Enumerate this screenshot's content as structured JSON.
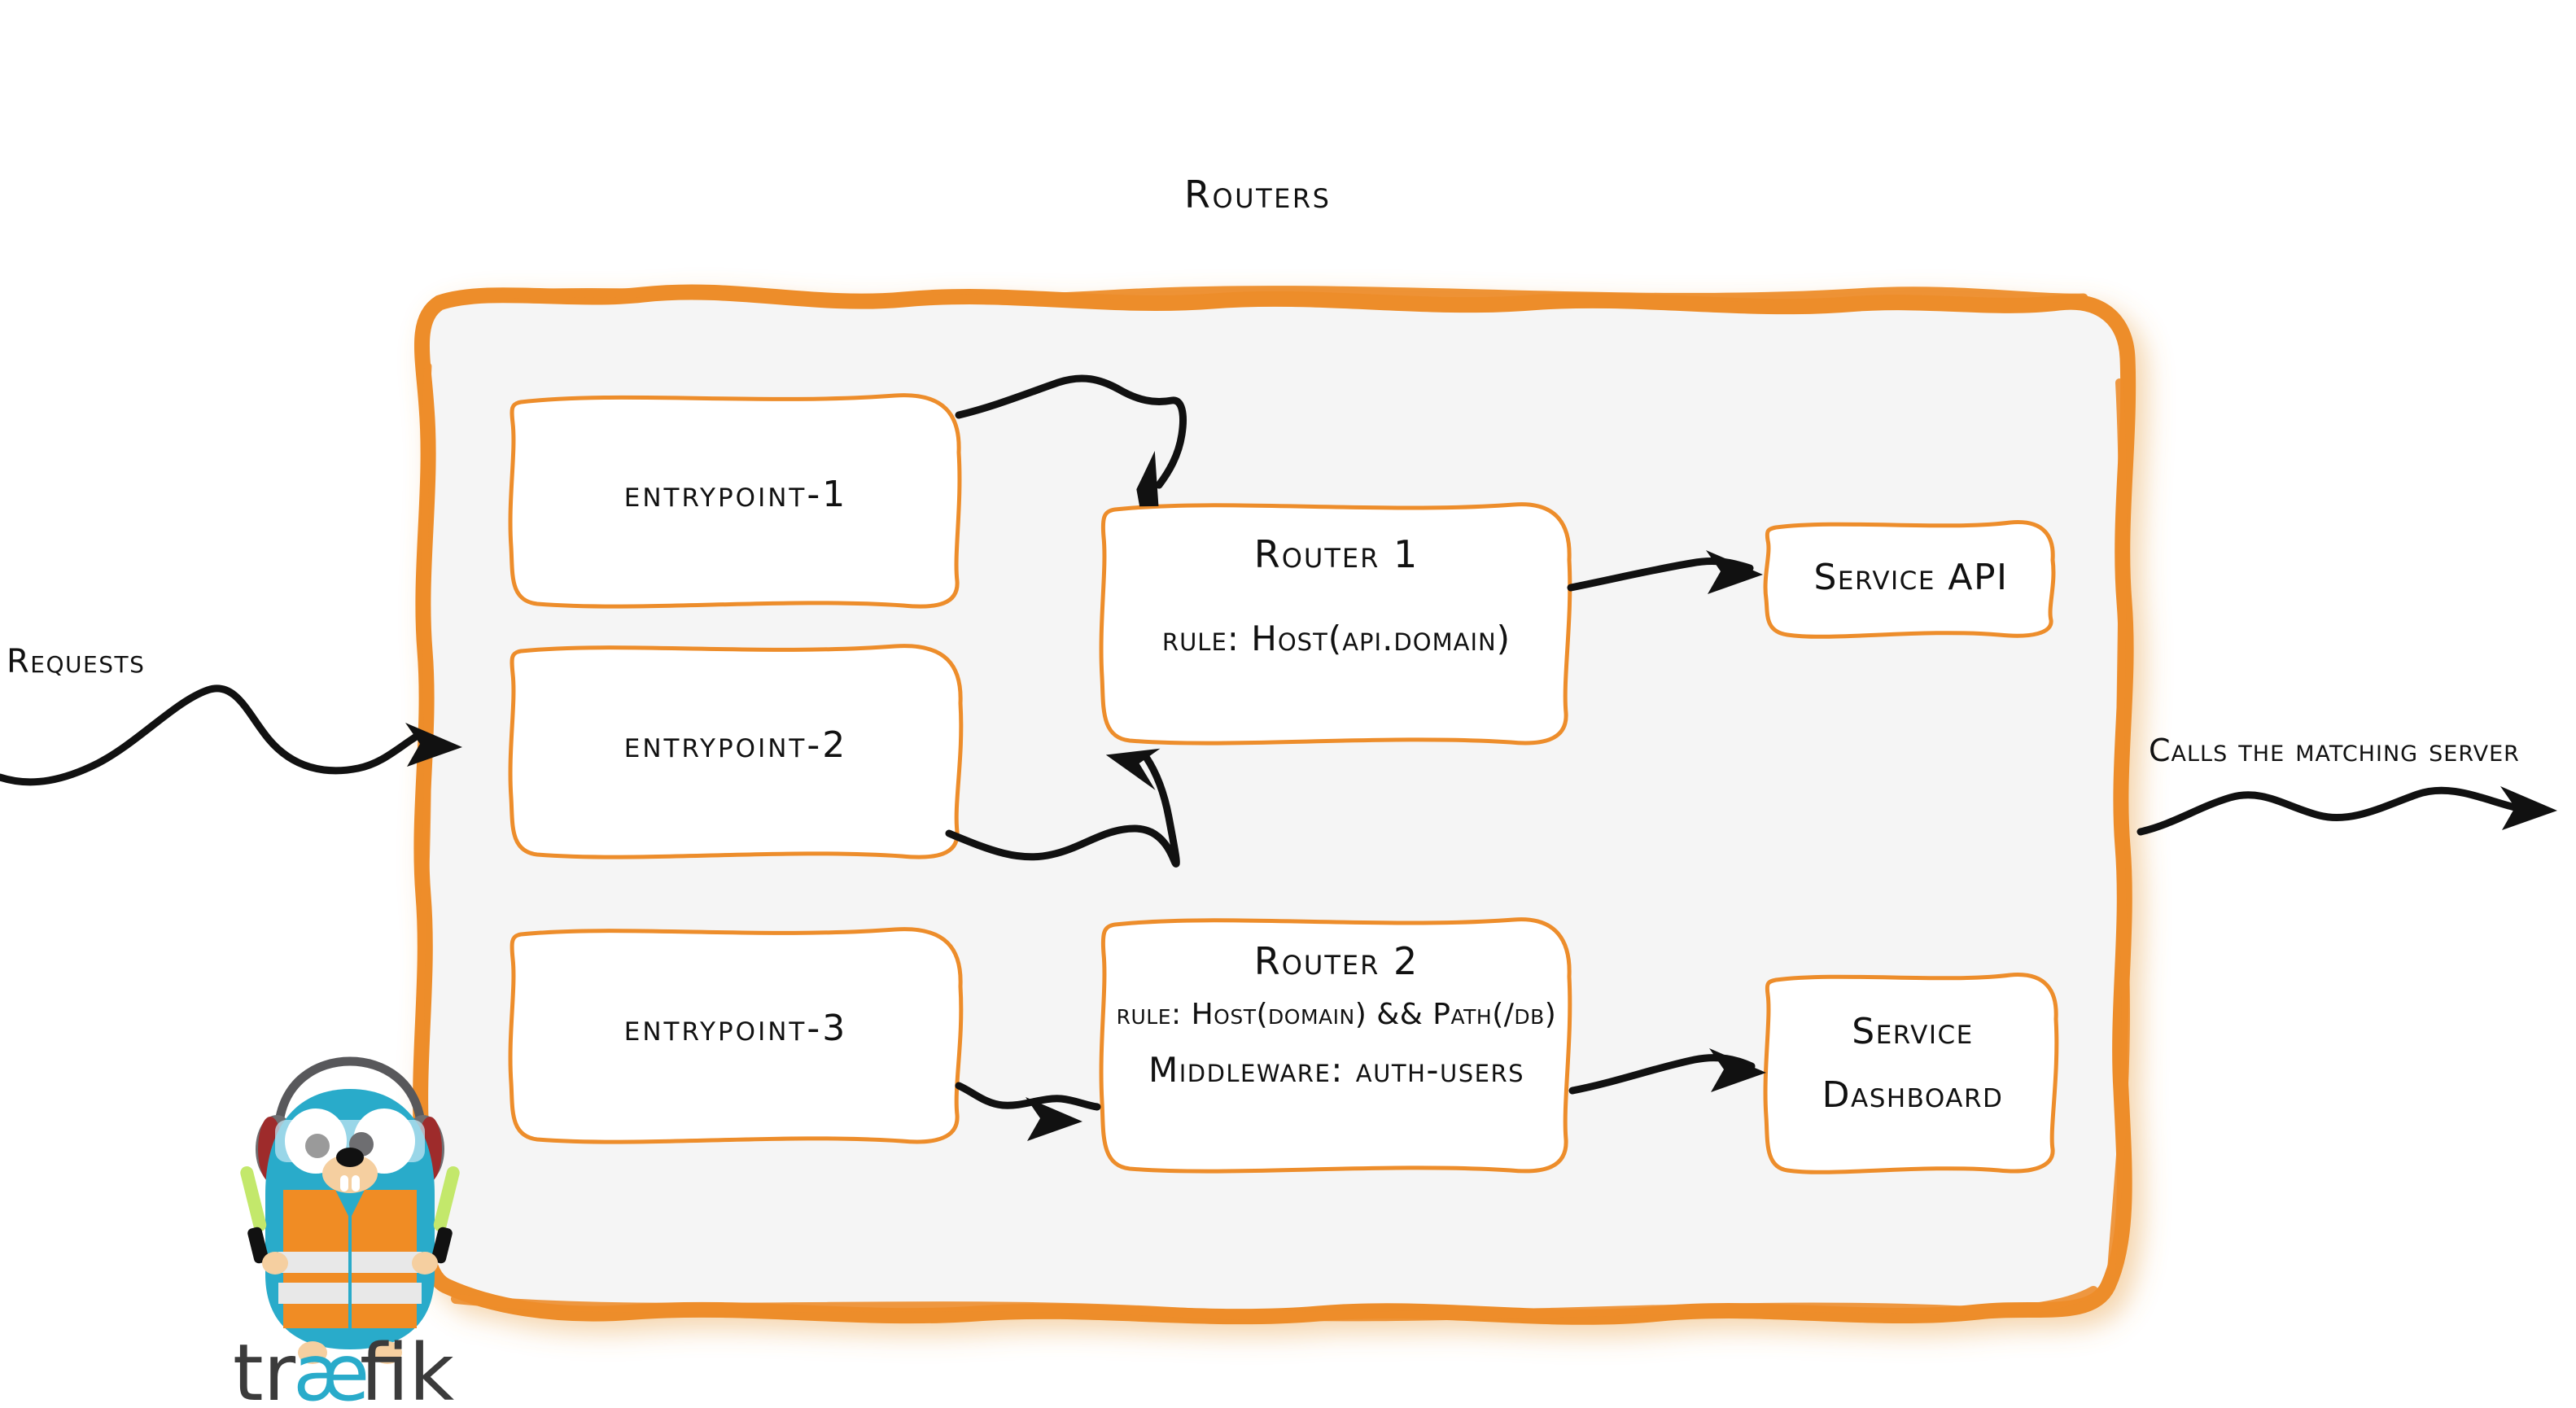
{
  "diagram": {
    "title": "Routers",
    "accent_color": "#ED8D2B",
    "container_fill": "#f5f5f5",
    "text_color": "#111111"
  },
  "captions": {
    "left": "Requests",
    "right": "Calls the matching server"
  },
  "entrypoints": [
    {
      "label": "entrypoint-1"
    },
    {
      "label": "entrypoint-2"
    },
    {
      "label": "entrypoint-3"
    }
  ],
  "routers": [
    {
      "name": "Router 1",
      "rule": "rule: Host(api.domain)",
      "middleware": ""
    },
    {
      "name": "Router 2",
      "rule": "rule: Host(domain) && Path(/db)",
      "middleware": "Middleware: auth-users"
    }
  ],
  "services": [
    {
      "line1": "Service API",
      "line2": ""
    },
    {
      "line1": "Service",
      "line2": "Dashboard"
    }
  ],
  "logo": {
    "wordmark_prefix": "tr",
    "wordmark_ligature": "æ",
    "wordmark_suffix": "fik",
    "body_color": "#29ABCA",
    "vest_color": "#F08C24",
    "stripe_color": "#E8E8E8",
    "wand_color": "#C3E86B",
    "headphone_color": "#58585B",
    "earcup_color": "#9E2B2B",
    "wordmark_color": "#3B3B3B",
    "wordmark_accent": "#29ABCA"
  }
}
